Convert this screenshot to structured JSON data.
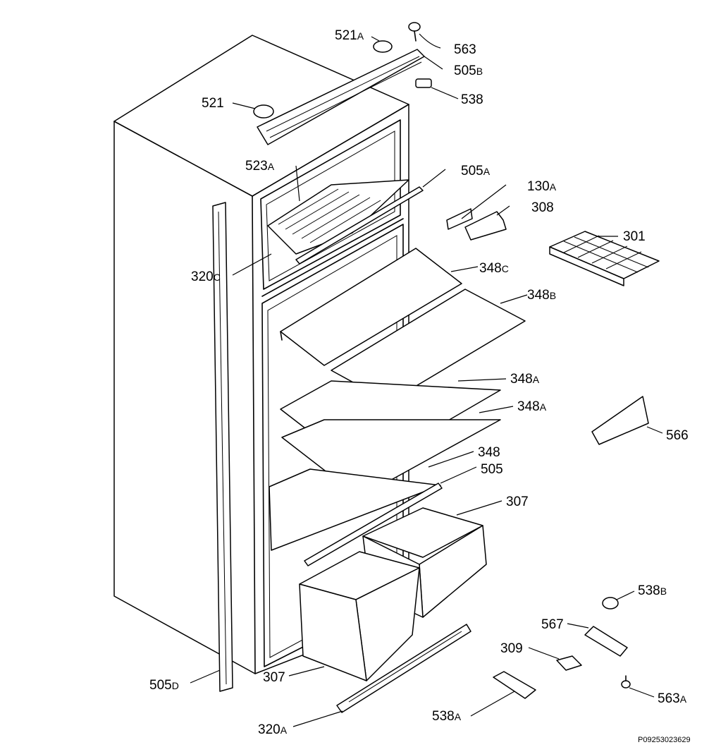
{
  "labels": {
    "p521a": {
      "num": "521",
      "suffix": "A"
    },
    "p563": {
      "num": "563",
      "suffix": ""
    },
    "p505b": {
      "num": "505",
      "suffix": "B"
    },
    "p538": {
      "num": "538",
      "suffix": ""
    },
    "p521": {
      "num": "521",
      "suffix": ""
    },
    "p523a": {
      "num": "523",
      "suffix": "A"
    },
    "p505a": {
      "num": "505",
      "suffix": "A"
    },
    "p130a": {
      "num": "130",
      "suffix": "A"
    },
    "p308": {
      "num": "308",
      "suffix": ""
    },
    "p301": {
      "num": "301",
      "suffix": ""
    },
    "p320c": {
      "num": "320",
      "suffix": "C"
    },
    "p348c": {
      "num": "348",
      "suffix": "C"
    },
    "p348b": {
      "num": "348",
      "suffix": "B"
    },
    "p348a1": {
      "num": "348",
      "suffix": "A"
    },
    "p348a2": {
      "num": "348",
      "suffix": "A"
    },
    "p566": {
      "num": "566",
      "suffix": ""
    },
    "p348": {
      "num": "348",
      "suffix": ""
    },
    "p505": {
      "num": "505",
      "suffix": ""
    },
    "p307a": {
      "num": "307",
      "suffix": ""
    },
    "p538b": {
      "num": "538",
      "suffix": "B"
    },
    "p567": {
      "num": "567",
      "suffix": ""
    },
    "p309": {
      "num": "309",
      "suffix": ""
    },
    "p505d": {
      "num": "505",
      "suffix": "D"
    },
    "p307b": {
      "num": "307",
      "suffix": ""
    },
    "p563a": {
      "num": "563",
      "suffix": "A"
    },
    "p538a": {
      "num": "538",
      "suffix": "A"
    },
    "p320a": {
      "num": "320",
      "suffix": "A"
    }
  },
  "drawing_code": "P09253023629"
}
